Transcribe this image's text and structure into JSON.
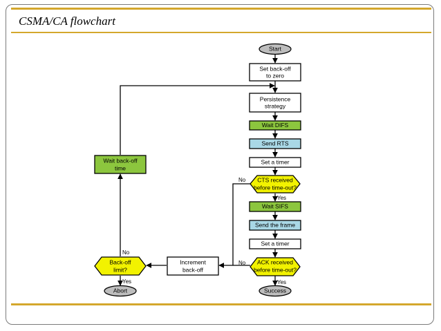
{
  "slide": {
    "title": "CSMA/CA flowchart"
  },
  "flowchart": {
    "start": "Start",
    "set_backoff_1": "Set back-off",
    "set_backoff_2": "to zero",
    "persistence_1": "Persistence",
    "persistence_2": "strategy",
    "wait_difs": "Wait DIFS",
    "send_rts": "Send RTS",
    "set_timer_1": "Set a timer",
    "cts_1": "CTS received",
    "cts_2": "before time-out?",
    "wait_sifs": "Wait SIFS",
    "send_frame": "Send the frame",
    "set_timer_2": "Set a timer",
    "ack_1": "ACK received",
    "ack_2": "before time-out?",
    "success": "Success",
    "increment_1": "Increment",
    "increment_2": "back-off",
    "backoff_limit_1": "Back-off",
    "backoff_limit_2": "limit?",
    "abort": "Abort",
    "wait_backoff_1": "Wait back-off",
    "wait_backoff_2": "time",
    "edge_cts_no": "No",
    "edge_cts_yes": "Yes",
    "edge_ack_no": "No",
    "edge_ack_yes": "Yes",
    "edge_limit_no": "No",
    "edge_limit_yes": "Yes"
  },
  "colors": {
    "accent_gold": "#d4a72c",
    "process_green": "#8cc63e",
    "process_blue": "#a9d8e6",
    "decision_yellow": "#f2f200",
    "terminal_gray": "#bdbdbd"
  }
}
